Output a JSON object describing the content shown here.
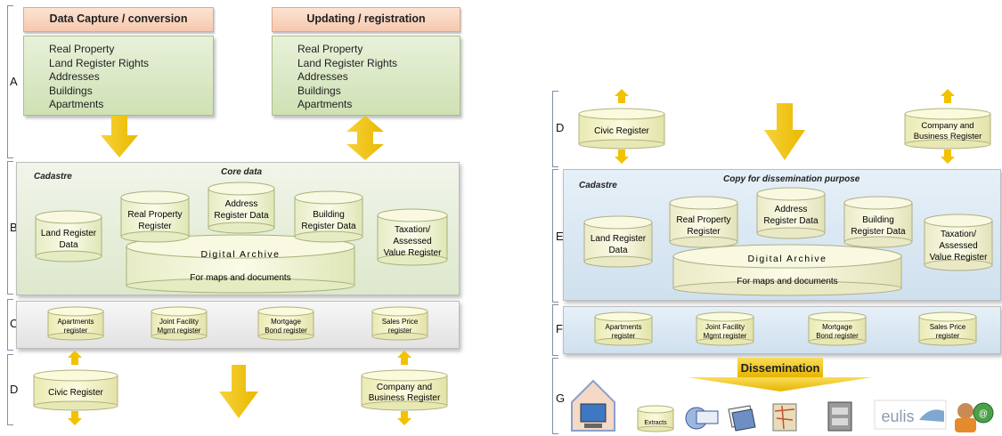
{
  "left": {
    "section_labels": {
      "A": "A",
      "B": "B",
      "C": "C",
      "D": "D"
    },
    "headers": {
      "capture": "Data Capture / conversion",
      "updating": "Updating / registration"
    },
    "capture_items": [
      "Real Property",
      "Land Register Rights",
      "Addresses",
      "Buildings",
      "Apartments"
    ],
    "updating_items": [
      "Real Property",
      "Land Register Rights",
      "Addresses",
      "Buildings",
      "Apartments"
    ],
    "cadastre": "Cadastre",
    "core_data": "Core data",
    "cylinders": {
      "land": [
        "Land Register",
        "Data"
      ],
      "real_property": [
        "Real Property",
        "Register"
      ],
      "address": [
        "Address",
        "Register Data"
      ],
      "building": [
        "Building",
        "Register Data"
      ],
      "taxation": [
        "Taxation/",
        "Assessed",
        "Value Register"
      ]
    },
    "archive": {
      "title": "Digital Archive",
      "subtitle": "For maps and documents"
    },
    "registers": [
      [
        "Apartments",
        "register"
      ],
      [
        "Joint Facility",
        "Mgmt register"
      ],
      [
        "Mortgage",
        "Bond register"
      ],
      [
        "Sales Price",
        "register"
      ]
    ],
    "civic": "Civic Register",
    "company": [
      "Company and",
      "Business Register"
    ]
  },
  "right": {
    "section_labels": {
      "D": "D",
      "E": "E",
      "F": "F",
      "G": "G"
    },
    "civic": "Civic Register",
    "company": [
      "Company and",
      "Business Register"
    ],
    "cadastre": "Cadastre",
    "copy": "Copy for dissemination purpose",
    "cylinders": {
      "land": [
        "Land Register",
        "Data"
      ],
      "real_property": [
        "Real Property",
        "Register"
      ],
      "address": [
        "Address",
        "Register Data"
      ],
      "building": [
        "Building",
        "Register Data"
      ],
      "taxation": [
        "Taxation/",
        "Assessed",
        "Value Register"
      ]
    },
    "archive": {
      "title": "Digital Archive",
      "subtitle": "For maps and documents"
    },
    "registers": [
      [
        "Apartments",
        "register"
      ],
      [
        "Joint Facility",
        "Mgmt register"
      ],
      [
        "Mortgage",
        "Bond register"
      ],
      [
        "Sales Price",
        "register"
      ]
    ],
    "dissemination": "Dissemination",
    "extracts": "Extracts",
    "eulis": "eulis"
  },
  "colors": {
    "arrow": "#f2c200",
    "cyl_fill": "#fafad8",
    "green": "#d7e6c3",
    "blue": "#d9e7f2"
  }
}
